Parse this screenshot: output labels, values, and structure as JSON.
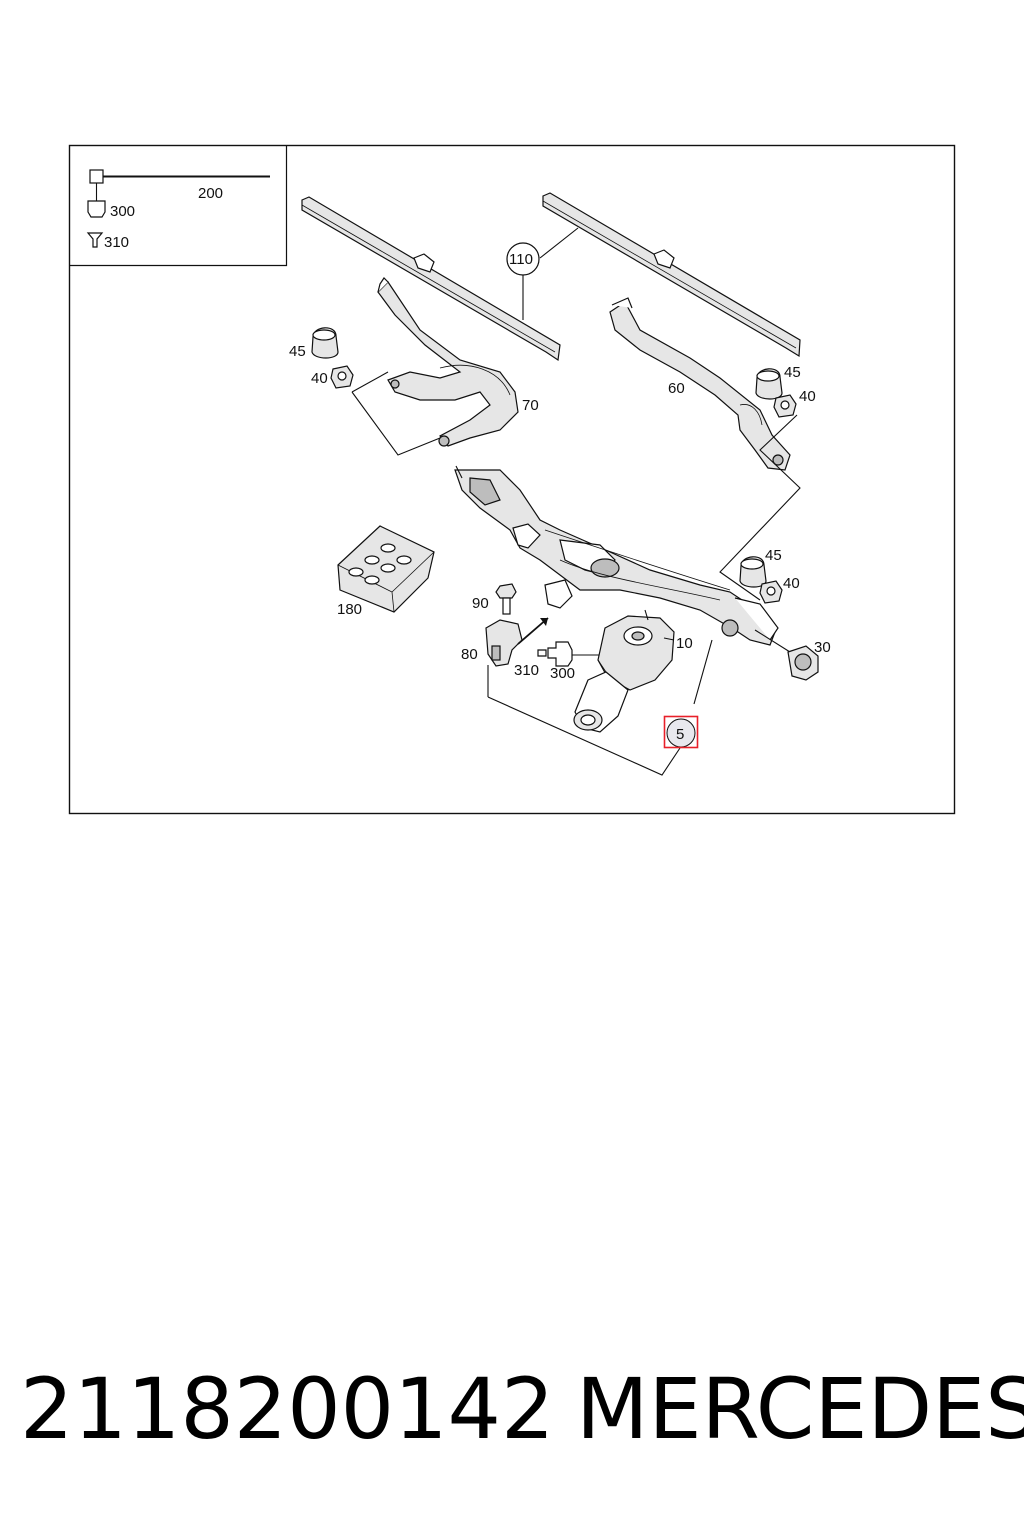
{
  "legend": {
    "items": [
      {
        "label": "200"
      },
      {
        "label": "300"
      },
      {
        "label": "310"
      }
    ]
  },
  "callouts": [
    {
      "label": "110"
    },
    {
      "label": "45"
    },
    {
      "label": "40"
    },
    {
      "label": "70"
    },
    {
      "label": "60"
    },
    {
      "label": "45"
    },
    {
      "label": "40"
    },
    {
      "label": "45"
    },
    {
      "label": "40"
    },
    {
      "label": "180"
    },
    {
      "label": "90"
    },
    {
      "label": "80"
    },
    {
      "label": "310"
    },
    {
      "label": "300"
    },
    {
      "label": "10"
    },
    {
      "label": "30"
    },
    {
      "label": "5"
    }
  ],
  "highlight": {
    "label": "5",
    "color": "#e8202a"
  },
  "caption": {
    "part_number": "2118200142",
    "brand": "MERCEDES"
  }
}
